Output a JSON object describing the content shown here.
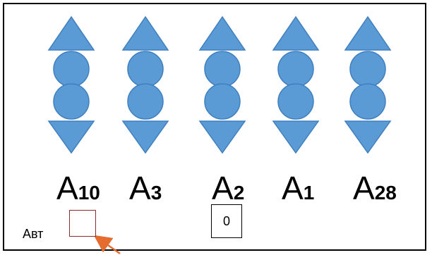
{
  "colors": {
    "shape_fill": "#5b9bd5",
    "shape_stroke": "#3f7fbf",
    "arrow": "#e36c2e",
    "box_border": "#8b2b2b"
  },
  "columns": [
    {
      "prefix": "A",
      "subscript": "10"
    },
    {
      "prefix": "A",
      "subscript": "3"
    },
    {
      "prefix": "A",
      "subscript": "2"
    },
    {
      "prefix": "A",
      "subscript": "1"
    },
    {
      "prefix": "A",
      "subscript": "28"
    }
  ],
  "bottom": {
    "avt_label": "Авт",
    "zero_box_value": "0"
  }
}
